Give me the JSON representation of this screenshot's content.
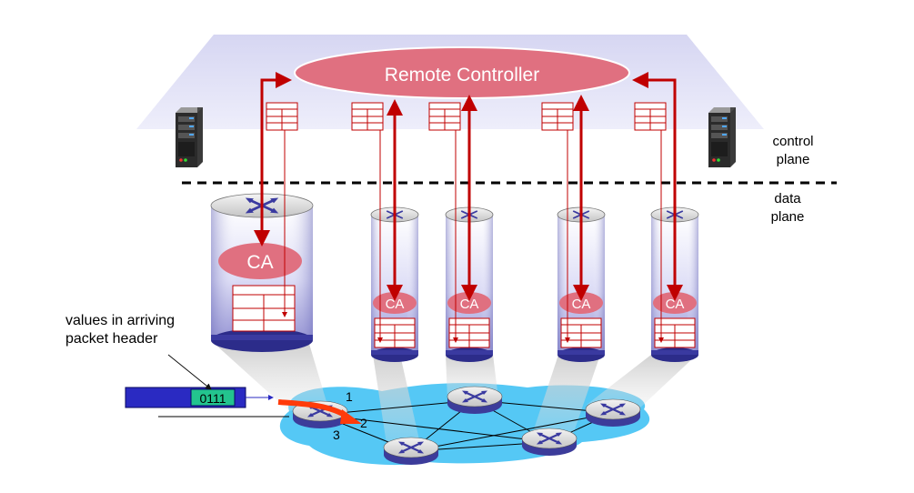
{
  "controller": {
    "label": "Remote Controller"
  },
  "plane_labels": {
    "control_line1": "control",
    "control_line2": "plane",
    "data_line1": "data",
    "data_line2": "plane"
  },
  "switch_agent_label": "CA",
  "switch_agents": [
    "CA",
    "CA",
    "CA",
    "CA",
    "CA"
  ],
  "annotation": {
    "line1": "values in arriving",
    "line2": "packet header"
  },
  "packet": {
    "header_value": "0111"
  },
  "ports": {
    "p1": "1",
    "p2": "2",
    "p3": "3"
  },
  "colors": {
    "controller_fill": "#e07080",
    "control_band": "#d8d8f4",
    "arrow_red": "#c00000",
    "flow_orange": "#ff3b0a",
    "network_blue": "#55c8f5",
    "router_purple": "#5a5aa8",
    "packet_green": "#23c48e",
    "packet_blue": "#2a2ac2"
  }
}
